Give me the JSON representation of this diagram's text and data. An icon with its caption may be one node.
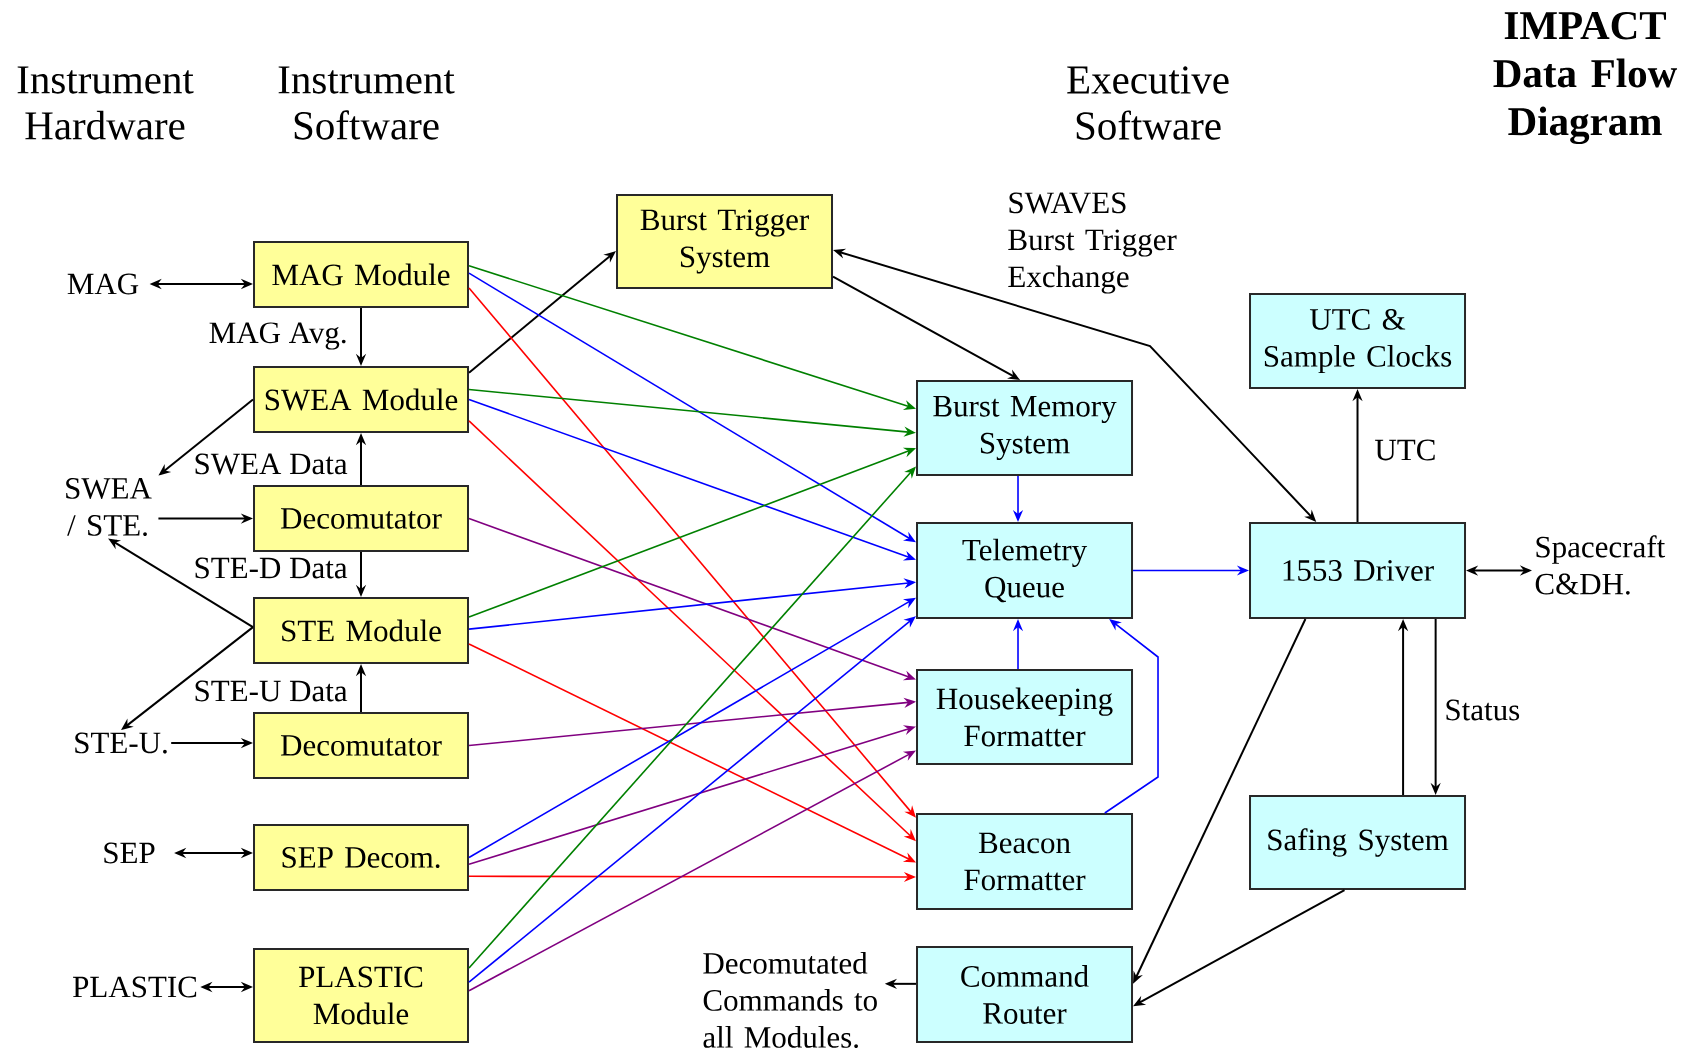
{
  "diagram": {
    "title": "IMPACT Data Flow Diagram",
    "nodes": [
      {
        "text": [
          "MAG Module"
        ]
      },
      {
        "text": [
          "SWEA Module"
        ]
      },
      {
        "text": [
          "Decomutator"
        ]
      },
      {
        "text": [
          "STE Module"
        ]
      },
      {
        "text": [
          "Decomutator"
        ]
      },
      {
        "text": [
          "SEP Decom."
        ]
      },
      {
        "text": [
          "PLASTIC Module"
        ]
      },
      {
        "text": [
          "Burst Trigger System"
        ]
      },
      {
        "text": [
          "Burst Memory System"
        ]
      },
      {
        "text": [
          "Telemetry Queue"
        ]
      },
      {
        "text": [
          "Housekeeping Formatter"
        ]
      },
      {
        "text": [
          "Beacon Formatter"
        ]
      },
      {
        "text": [
          "Command Router"
        ]
      },
      {
        "text": [
          "UTC & Sample Clocks"
        ]
      },
      {
        "text": [
          "1553 Driver"
        ]
      },
      {
        "text": [
          "Safing System"
        ]
      },
      {
        "text": [
          "MAG"
        ]
      },
      {
        "text": [
          "SWEA / STE."
        ]
      },
      {
        "text": [
          "STE-U."
        ]
      },
      {
        "text": [
          "SEP"
        ]
      },
      {
        "text": [
          "PLASTIC"
        ]
      },
      {
        "text": [
          "Spacecraft C&DH."
        ]
      },
      {
        "text": [
          "Decomutated Commands to all Modules."
        ]
      }
    ],
    "edges": [
      {
        "from": 16,
        "to": 0,
        "arrow": "both"
      },
      {
        "from": 0,
        "to": 1,
        "arrow": "to",
        "label": "MAG Avg."
      },
      {
        "from": 1,
        "to": 17,
        "arrow": "to"
      },
      {
        "from": 17,
        "to": 2,
        "arrow": "to"
      },
      {
        "from": 2,
        "to": 1,
        "arrow": "to",
        "label": "SWEA Data"
      },
      {
        "from": 2,
        "to": 3,
        "arrow": "to",
        "label": "STE-D Data"
      },
      {
        "from": 3,
        "to": 17,
        "arrow": "to"
      },
      {
        "from": 3,
        "to": 18,
        "arrow": "to"
      },
      {
        "from": 18,
        "to": 4,
        "arrow": "to"
      },
      {
        "from": 4,
        "to": 3,
        "arrow": "to",
        "label": "STE-U Data"
      },
      {
        "from": 19,
        "to": 5,
        "arrow": "both"
      },
      {
        "from": 20,
        "to": 6,
        "arrow": "both"
      },
      {
        "from": 1,
        "to": 7,
        "arrow": "to"
      },
      {
        "from": 7,
        "to": 8,
        "arrow": "to"
      },
      {
        "from": 7,
        "to": 14,
        "arrow": "both",
        "label": "SWAVES Burst Trigger Exchange"
      },
      {
        "from": 14,
        "to": 13,
        "arrow": "to",
        "label": "UTC"
      },
      {
        "from": 14,
        "to": 21,
        "arrow": "both"
      },
      {
        "from": 14,
        "to": 15,
        "arrow": "to",
        "label": "Status"
      },
      {
        "from": 15,
        "to": 14,
        "arrow": "to"
      },
      {
        "from": 14,
        "to": 12,
        "arrow": "to"
      },
      {
        "from": 15,
        "to": 12,
        "arrow": "to"
      },
      {
        "from": 12,
        "to": 22,
        "arrow": "to"
      },
      {
        "from": 8,
        "to": 9,
        "arrow": "to",
        "color": "#0000ff"
      },
      {
        "from": 9,
        "to": 14,
        "arrow": "to",
        "color": "#0000ff"
      },
      {
        "from": 10,
        "to": 9,
        "arrow": "to",
        "color": "#0000ff"
      },
      {
        "from": 11,
        "to": 9,
        "arrow": "to",
        "color": "#0000ff"
      },
      {
        "from": 0,
        "to": 8,
        "arrow": "to",
        "color": "#008000"
      },
      {
        "from": 0,
        "to": 9,
        "arrow": "to",
        "color": "#0000ff"
      },
      {
        "from": 0,
        "to": 11,
        "arrow": "to",
        "color": "#ff0000"
      },
      {
        "from": 1,
        "to": 8,
        "arrow": "to",
        "color": "#008000"
      },
      {
        "from": 1,
        "to": 9,
        "arrow": "to",
        "color": "#0000ff"
      },
      {
        "from": 1,
        "to": 11,
        "arrow": "to",
        "color": "#ff0000"
      },
      {
        "from": 2,
        "to": 10,
        "arrow": "to",
        "color": "#800080"
      },
      {
        "from": 3,
        "to": 8,
        "arrow": "to",
        "color": "#008000"
      },
      {
        "from": 3,
        "to": 9,
        "arrow": "to",
        "color": "#0000ff"
      },
      {
        "from": 3,
        "to": 11,
        "arrow": "to",
        "color": "#ff0000"
      },
      {
        "from": 4,
        "to": 10,
        "arrow": "to",
        "color": "#800080"
      },
      {
        "from": 5,
        "to": 9,
        "arrow": "to",
        "color": "#0000ff"
      },
      {
        "from": 5,
        "to": 10,
        "arrow": "to",
        "color": "#800080"
      },
      {
        "from": 5,
        "to": 11,
        "arrow": "to",
        "color": "#ff0000"
      },
      {
        "from": 6,
        "to": 8,
        "arrow": "to",
        "color": "#008000"
      },
      {
        "from": 6,
        "to": 9,
        "arrow": "to",
        "color": "#0000ff"
      },
      {
        "from": 6,
        "to": 10,
        "arrow": "to",
        "color": "#800080"
      }
    ],
    "labels": [
      "Instrument Hardware",
      "Instrument Software",
      "Executive Software"
    ]
  }
}
